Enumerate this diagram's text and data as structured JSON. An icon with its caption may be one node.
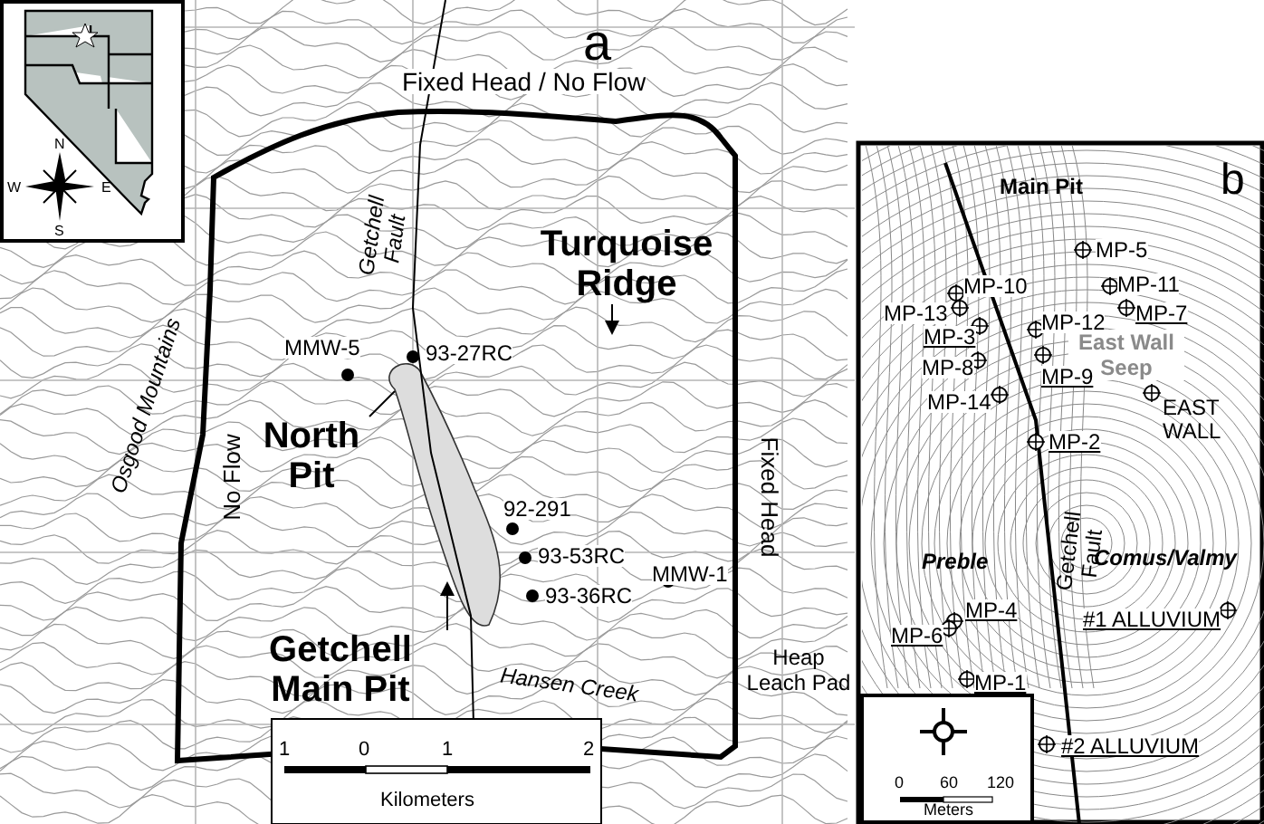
{
  "diagram": {
    "nodes": [
      {
        "text": [
          "Turquoise Ridge"
        ]
      },
      {
        "text": [
          "North Pit"
        ]
      },
      {
        "text": [
          "Getchell Main Pit"
        ]
      }
    ],
    "edges": [
      {
        "from": 0,
        "to": null,
        "arrow": "to"
      },
      {
        "from": 1,
        "to": null,
        "arrow": "none"
      },
      {
        "from": 2,
        "to": null,
        "arrow": "to"
      }
    ],
    "labels": [
      "a",
      "Fixed Head / No Flow",
      "Getchell Fault",
      "Osgood Mountains",
      "MMW-5",
      "93-27RC",
      "No Flow",
      "Fixed Head",
      "92-291",
      "93-53RC",
      "MMW-1",
      "93-36RC",
      "Hansen Creek",
      "Heap Leach Pad",
      "1",
      "0",
      "1",
      "2",
      "Kilometers",
      "N",
      "W",
      "E",
      "S",
      "b",
      "Main Pit",
      "MP-5",
      "MP-10",
      "MP-11",
      "MP-13",
      "MP-12",
      "MP-7",
      "MP-3",
      "East Wall Seep",
      "MP-8",
      "MP-9",
      "MP-14",
      "EAST WALL",
      "MP-2",
      "Getchell Fault",
      "Preble",
      "Comus/Valmy",
      "MP-4",
      "#1 ALLUVIUM",
      "MP-6",
      "MP-1",
      "#2 ALLUVIUM",
      "0",
      "60",
      "120",
      "Meters"
    ]
  }
}
